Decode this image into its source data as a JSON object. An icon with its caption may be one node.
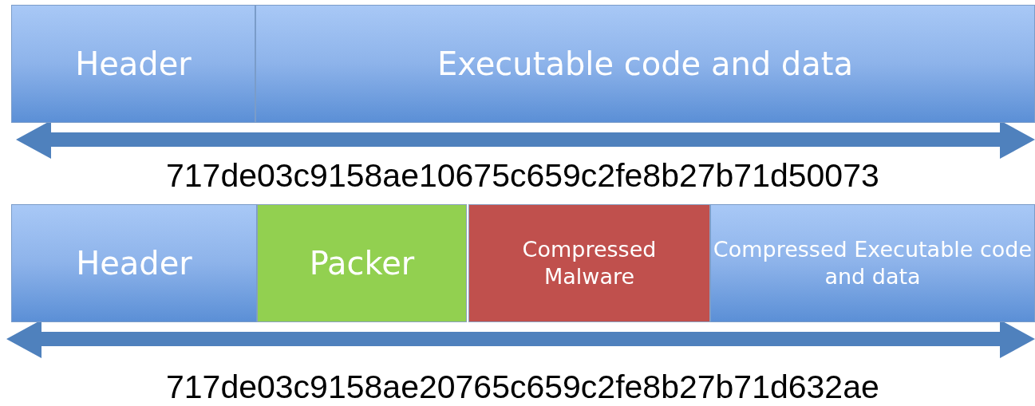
{
  "diagram": {
    "nodes": [
      {
        "text": [
          "Header"
        ]
      },
      {
        "text": [
          "Executable code and data"
        ]
      },
      {
        "text": [
          "Header"
        ]
      },
      {
        "text": [
          "Packer"
        ]
      },
      {
        "text": [
          "Compressed Malware"
        ]
      },
      {
        "text": [
          "Compressed Executable code and data"
        ]
      },
      {
        "text": [],
        "shape": "arrow"
      },
      {
        "text": [],
        "shape": "arrow"
      }
    ],
    "labels": [
      "717de03c9158ae10675c659c2fe8b27b71d50073",
      "717de03c9158ae20765c659c2fe8b27b71d632ae"
    ]
  }
}
